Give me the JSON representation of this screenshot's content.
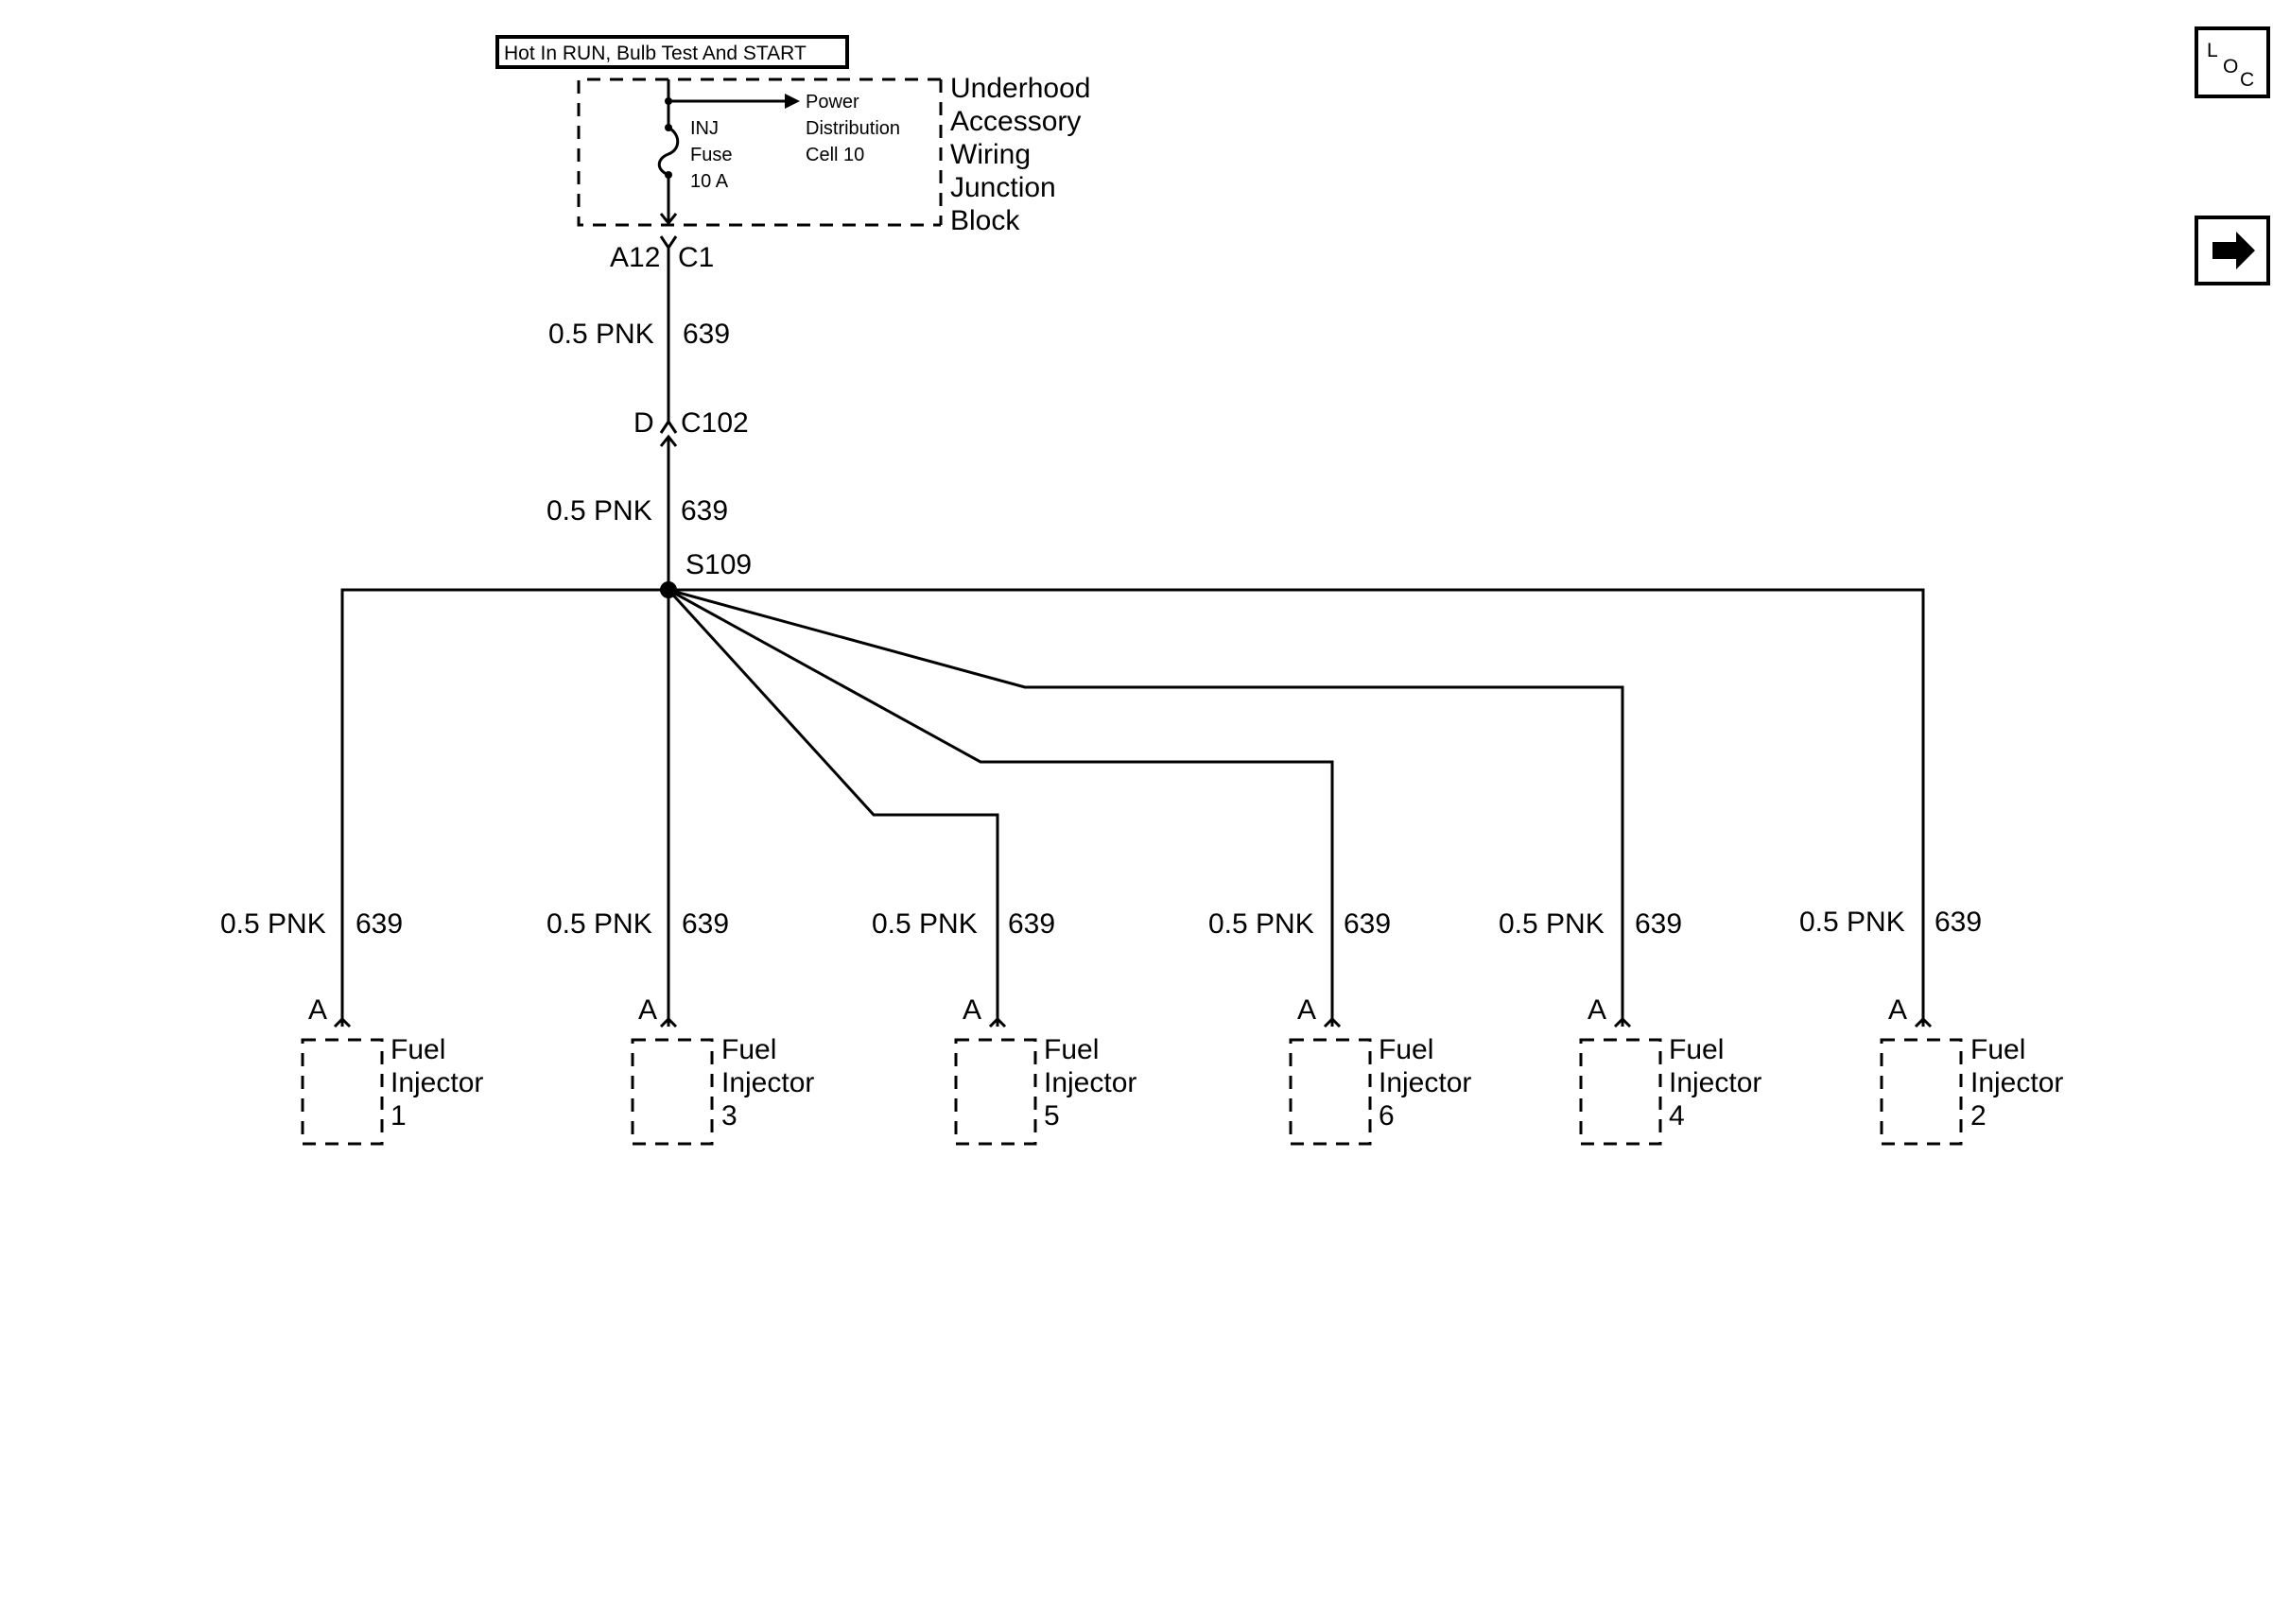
{
  "power_label": "Hot In RUN, Bulb Test And START",
  "junction_block": {
    "name_lines": [
      "Underhood",
      "Accessory",
      "Wiring",
      "Junction",
      "Block"
    ],
    "fuse_lines": [
      "INJ",
      "Fuse",
      "10 A"
    ],
    "power_dist_lines": [
      "Power",
      "Distribution",
      "Cell 10"
    ]
  },
  "connector_c1": {
    "pin": "A12",
    "name": "C1"
  },
  "connector_c102": {
    "pin": "D",
    "name": "C102"
  },
  "wire_upper": {
    "size_color": "0.5 PNK",
    "circuit": "639"
  },
  "wire_mid": {
    "size_color": "0.5 PNK",
    "circuit": "639"
  },
  "splice": {
    "name": "S109"
  },
  "branches": [
    {
      "size_color": "0.5 PNK",
      "circuit": "639",
      "pin": "A",
      "name_line1": "Fuel",
      "name_line2": "Injector",
      "number": "1"
    },
    {
      "size_color": "0.5 PNK",
      "circuit": "639",
      "pin": "A",
      "name_line1": "Fuel",
      "name_line2": "Injector",
      "number": "3"
    },
    {
      "size_color": "0.5 PNK",
      "circuit": "639",
      "pin": "A",
      "name_line1": "Fuel",
      "name_line2": "Injector",
      "number": "5"
    },
    {
      "size_color": "0.5 PNK",
      "circuit": "639",
      "pin": "A",
      "name_line1": "Fuel",
      "name_line2": "Injector",
      "number": "6"
    },
    {
      "size_color": "0.5 PNK",
      "circuit": "639",
      "pin": "A",
      "name_line1": "Fuel",
      "name_line2": "Injector",
      "number": "4"
    },
    {
      "size_color": "0.5 PNK",
      "circuit": "639",
      "pin": "A",
      "name_line1": "Fuel",
      "name_line2": "Injector",
      "number": "2"
    }
  ],
  "side_buttons": {
    "loc_letters": [
      "L",
      "O",
      "C"
    ],
    "next_icon": "arrow-right-icon"
  }
}
